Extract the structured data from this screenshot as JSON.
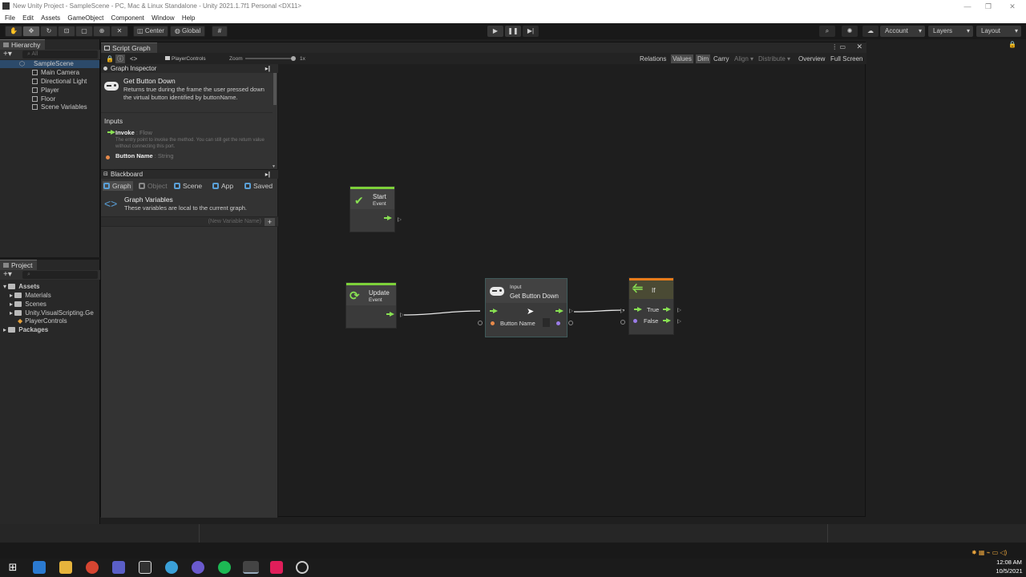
{
  "window": {
    "title": "New Unity Project - SampleScene - PC, Mac & Linux Standalone - Unity 2021.1.7f1 Personal <DX11>"
  },
  "menu": [
    "File",
    "Edit",
    "Assets",
    "GameObject",
    "Component",
    "Window",
    "Help"
  ],
  "toolbar": {
    "center_label": "Center",
    "global_label": "Global",
    "account_label": "Account",
    "layers_label": "Layers",
    "layout_label": "Layout"
  },
  "hierarchy": {
    "tab_label": "Hierarchy",
    "search_placeholder": "All",
    "scene": "SampleScene",
    "items": [
      "Main Camera",
      "Directional Light",
      "Player",
      "Floor",
      "Scene Variables"
    ]
  },
  "project": {
    "tab_label": "Project",
    "assets_label": "Assets",
    "folders": [
      "Materials",
      "Scenes",
      "Unity.VisualScripting.Ge"
    ],
    "file": "PlayerControls",
    "packages_label": "Packages"
  },
  "script_graph": {
    "tab_label": "Script Graph",
    "graph_name": "PlayerControls",
    "zoom_label": "Zoom",
    "zoom_value": "1x",
    "toolbar_buttons": [
      "Relations",
      "Values",
      "Dim",
      "Carry",
      "Align",
      "Distribute",
      "Overview",
      "Full Screen"
    ]
  },
  "graph_inspector": {
    "header": "Graph Inspector",
    "title": "Get Button Down",
    "description": "Returns true during the frame the user pressed down the virtual button identified by buttonName.",
    "inputs_label": "Inputs",
    "invoke_label": "Invoke",
    "invoke_type": ": Flow",
    "invoke_desc": "The entry point to invoke the method. You can still get the return value without connecting this port.",
    "button_name_label": "Button Name",
    "button_name_type": ": String"
  },
  "blackboard": {
    "header": "Blackboard",
    "tabs": [
      "Graph",
      "Object",
      "Scene",
      "App",
      "Saved"
    ],
    "title": "Graph Variables",
    "description": "These variables are local to the current graph.",
    "new_var_placeholder": "(New Variable Name)"
  },
  "nodes": {
    "start": {
      "title": "Start",
      "subtitle": "Event"
    },
    "update": {
      "title": "Update",
      "subtitle": "Event"
    },
    "get_button": {
      "category": "Input",
      "title": "Get Button Down",
      "port_label": "Button Name"
    },
    "if": {
      "title": "If",
      "true_label": "True",
      "false_label": "False"
    }
  },
  "colors": {
    "flow": "#88e052",
    "event_bar": "#7dd13a",
    "if_bar": "#e87b1a",
    "string_port": "#e88a4a",
    "bool_port": "#9b7ce8"
  },
  "clock": {
    "time": "12:08 AM",
    "date": "10/5/2021"
  }
}
